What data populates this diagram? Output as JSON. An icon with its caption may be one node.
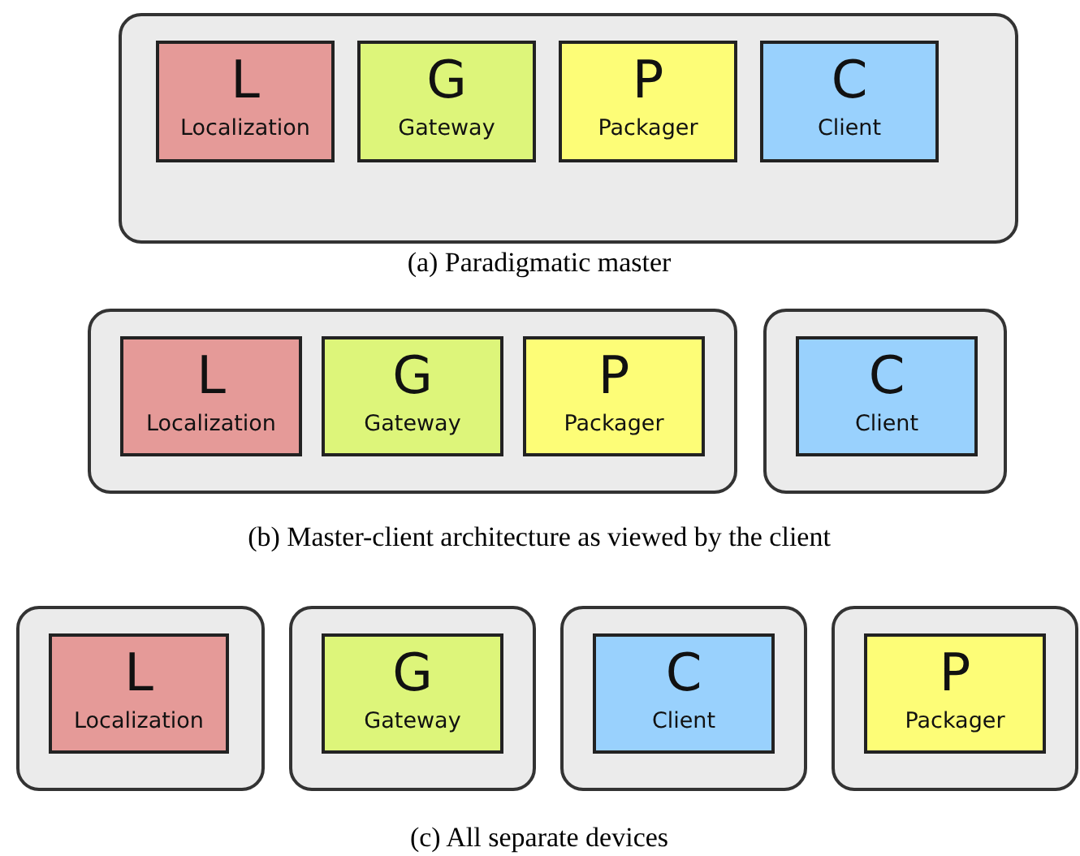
{
  "diagram": {
    "nodes": [
      {
        "text": [],
        "shape": "box"
      },
      {
        "text": [
          "L",
          "Localization"
        ],
        "in": 0
      },
      {
        "text": [
          "G",
          "Gateway"
        ],
        "in": 0
      },
      {
        "text": [
          "P",
          "Packager"
        ],
        "in": 0
      },
      {
        "text": [
          "C",
          "Client"
        ],
        "in": 0
      },
      {
        "text": [],
        "shape": "box"
      },
      {
        "text": [
          "L",
          "Localization"
        ],
        "in": 5
      },
      {
        "text": [
          "G",
          "Gateway"
        ],
        "in": 5
      },
      {
        "text": [
          "P",
          "Packager"
        ],
        "in": 5
      },
      {
        "text": [],
        "shape": "box"
      },
      {
        "text": [
          "C",
          "Client"
        ],
        "in": 9
      },
      {
        "text": [],
        "shape": "box"
      },
      {
        "text": [
          "L",
          "Localization"
        ],
        "in": 11
      },
      {
        "text": [],
        "shape": "box"
      },
      {
        "text": [
          "G",
          "Gateway"
        ],
        "in": 13
      },
      {
        "text": [],
        "shape": "box"
      },
      {
        "text": [
          "C",
          "Client"
        ],
        "in": 15
      },
      {
        "text": [],
        "shape": "box"
      },
      {
        "text": [
          "P",
          "Packager"
        ],
        "in": 17
      }
    ],
    "labels": [
      "(a) Paradigmatic master",
      "(b) Master-client architecture as viewed by the client",
      "(c) All separate devices"
    ]
  }
}
